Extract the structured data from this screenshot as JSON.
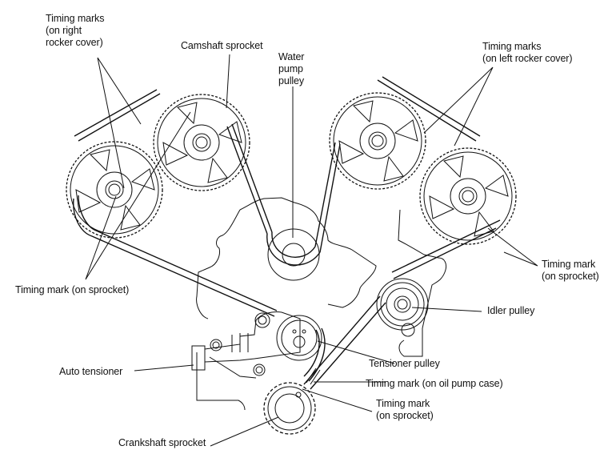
{
  "diagram": {
    "title": "Timing belt component layout",
    "labels": {
      "timing_marks_right_cover": "Timing marks\n(on right\nrocker cover)",
      "camshaft_sprocket": "Camshaft sprocket",
      "water_pump_pulley": "Water\npump\npulley",
      "timing_marks_left_cover": "Timing marks\n(on left rocker cover)",
      "timing_mark_sprocket_left": "Timing mark (on sprocket)",
      "timing_mark_sprocket_right": "Timing mark\n(on sprocket)",
      "idler_pulley": "Idler pulley",
      "auto_tensioner": "Auto tensioner",
      "tensioner_pulley": "Tensioner pulley",
      "timing_mark_oil_pump": "Timing mark (on oil pump case)",
      "timing_mark_crank_sprocket": "Timing mark\n(on sprocket)",
      "crankshaft_sprocket": "Crankshaft sprocket"
    },
    "components": [
      {
        "id": "cam-right-bank-rear",
        "name": "Camshaft sprocket (right bank, outer)"
      },
      {
        "id": "cam-right-bank-front",
        "name": "Camshaft sprocket (right bank, inner)"
      },
      {
        "id": "cam-left-bank-front",
        "name": "Camshaft sprocket (left bank, inner)"
      },
      {
        "id": "cam-left-bank-rear",
        "name": "Camshaft sprocket (left bank, outer)"
      },
      {
        "id": "water-pump",
        "name": "Water pump pulley"
      },
      {
        "id": "idler",
        "name": "Idler pulley"
      },
      {
        "id": "tensioner",
        "name": "Tensioner pulley"
      },
      {
        "id": "auto-tensioner",
        "name": "Auto tensioner"
      },
      {
        "id": "crankshaft",
        "name": "Crankshaft sprocket"
      }
    ],
    "colors": {
      "ink": "#111111",
      "paper": "#ffffff"
    }
  }
}
